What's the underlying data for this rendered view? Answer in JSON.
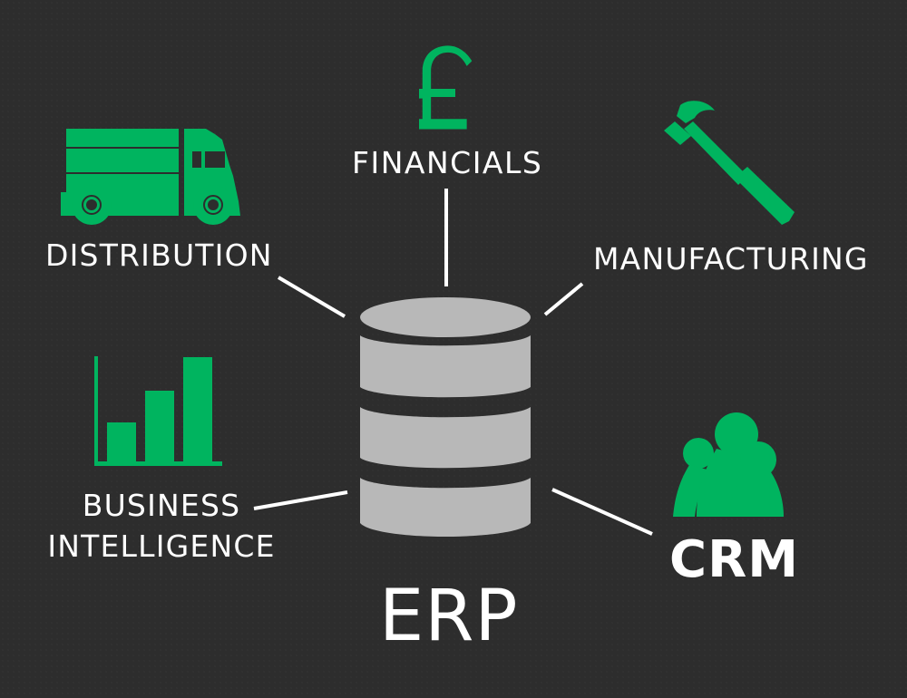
{
  "diagram": {
    "title": "ERP",
    "center": {
      "label": "ERP",
      "icon": "database-icon"
    },
    "nodes": [
      {
        "id": "financials",
        "label": "FINANCIALS",
        "icon": "pound-sterling-icon"
      },
      {
        "id": "distribution",
        "label": "DISTRIBUTION",
        "icon": "delivery-truck-icon"
      },
      {
        "id": "manufacturing",
        "label": "MANUFACTURING",
        "icon": "hammer-icon"
      },
      {
        "id": "business_intelligence",
        "label_lines": [
          "BUSINESS",
          "INTELLIGENCE"
        ],
        "icon": "bar-chart-icon"
      },
      {
        "id": "crm",
        "label": "CRM",
        "icon": "people-group-icon"
      }
    ],
    "edges": [
      {
        "from": "erp",
        "to": "financials"
      },
      {
        "from": "erp",
        "to": "distribution"
      },
      {
        "from": "erp",
        "to": "manufacturing"
      },
      {
        "from": "erp",
        "to": "business_intelligence"
      },
      {
        "from": "erp",
        "to": "crm"
      }
    ]
  },
  "icons": {
    "pound_glyph": "£"
  },
  "colors": {
    "background": "#2d2d2d",
    "accent_green": "#00b45f",
    "database_gray": "#b8b8b8",
    "text": "#ffffff",
    "connector": "#ffffff"
  }
}
